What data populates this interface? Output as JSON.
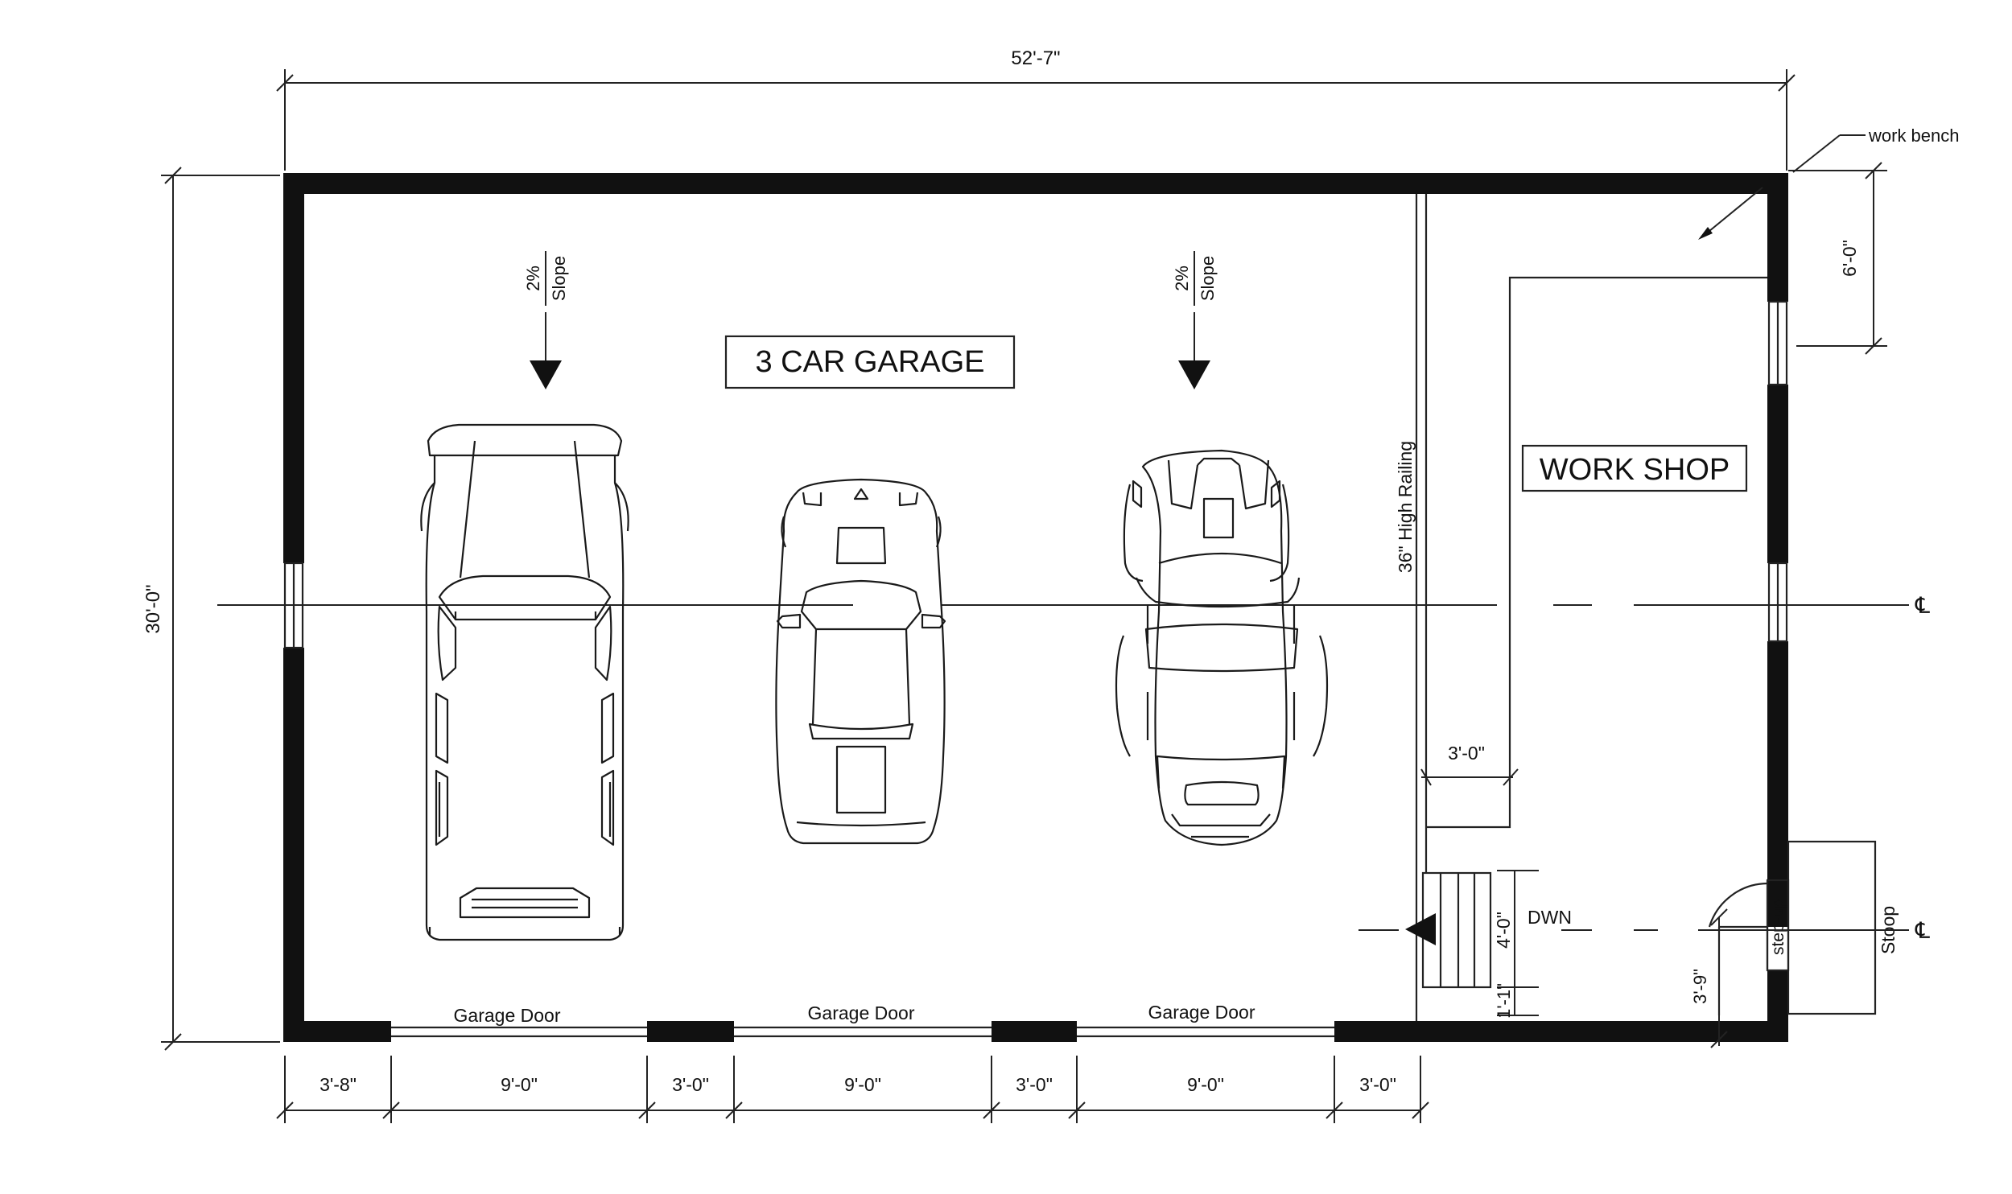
{
  "title": "3 CAR GARAGE",
  "workshop_label": "WORK SHOP",
  "dimensions": {
    "overall_width": "52'-7\"",
    "overall_depth": "30'-0\"",
    "bench_depth": "6'-0\"",
    "bottom": [
      "3'-8\"",
      "9'-0\"",
      "3'-0\"",
      "9'-0\"",
      "3'-0\"",
      "9'-0\"",
      "3'-0\""
    ],
    "workshop_opening": "3'-0\"",
    "stair_width": "4'-0\"",
    "stair_offset": "1'-1\"",
    "door_width": "3'-9\""
  },
  "labels": {
    "work_bench": "work bench",
    "slope_pct": "2%",
    "slope_word": "Slope",
    "railing": "36\" High Railing",
    "down": "DWN",
    "step_up": "step-up",
    "stoop": "Stoop",
    "garage_door": "Garage Door",
    "centerline": "℄"
  }
}
